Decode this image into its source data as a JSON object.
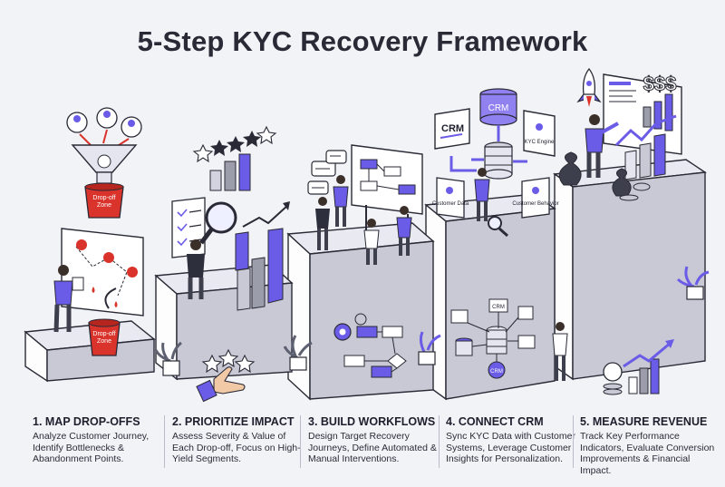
{
  "title": "5-Step KYC Recovery Framework",
  "labels": {
    "dropoff_zone_1": "Drop-off\nZone",
    "dropoff_zone_2": "Drop-off\nZone",
    "crm_box": "CRM",
    "crm_db": "CRM",
    "kyc_engine": "KYC Engine",
    "customer_data": "Customer Data",
    "customer_behavior": "Customer Behavior",
    "crm_small": "CRM",
    "crm_badge": "CRM",
    "money": "$$$"
  },
  "steps": [
    {
      "title": "1. MAP DROP-OFFS",
      "desc": "Analyze Customer Journey, Identify Bottlenecks & Abandonment Points."
    },
    {
      "title": "2. PRIORITIZE IMPACT",
      "desc": "Assess Severity & Value of Each Drop-off, Focus on High-Yield Segments."
    },
    {
      "title": "3. BUILD WORKFLOWS",
      "desc": "Design Target Recovery Journeys, Define Automated & Manual Interventions."
    },
    {
      "title": "4. CONNECT CRM",
      "desc": "Sync KYC Data with Customer Systems, Leverage Customer Insights for Personalization."
    },
    {
      "title": "5. MEASURE REVENUE",
      "desc": "Track Key Performance Indicators, Evaluate Conversion Improvements & Financial Impact."
    }
  ],
  "colors": {
    "accent": "#6b5ce7",
    "red": "#d9332b",
    "block_top": "#e8e9f0",
    "block_front": "#ffffff",
    "block_side": "#c9cad6"
  }
}
